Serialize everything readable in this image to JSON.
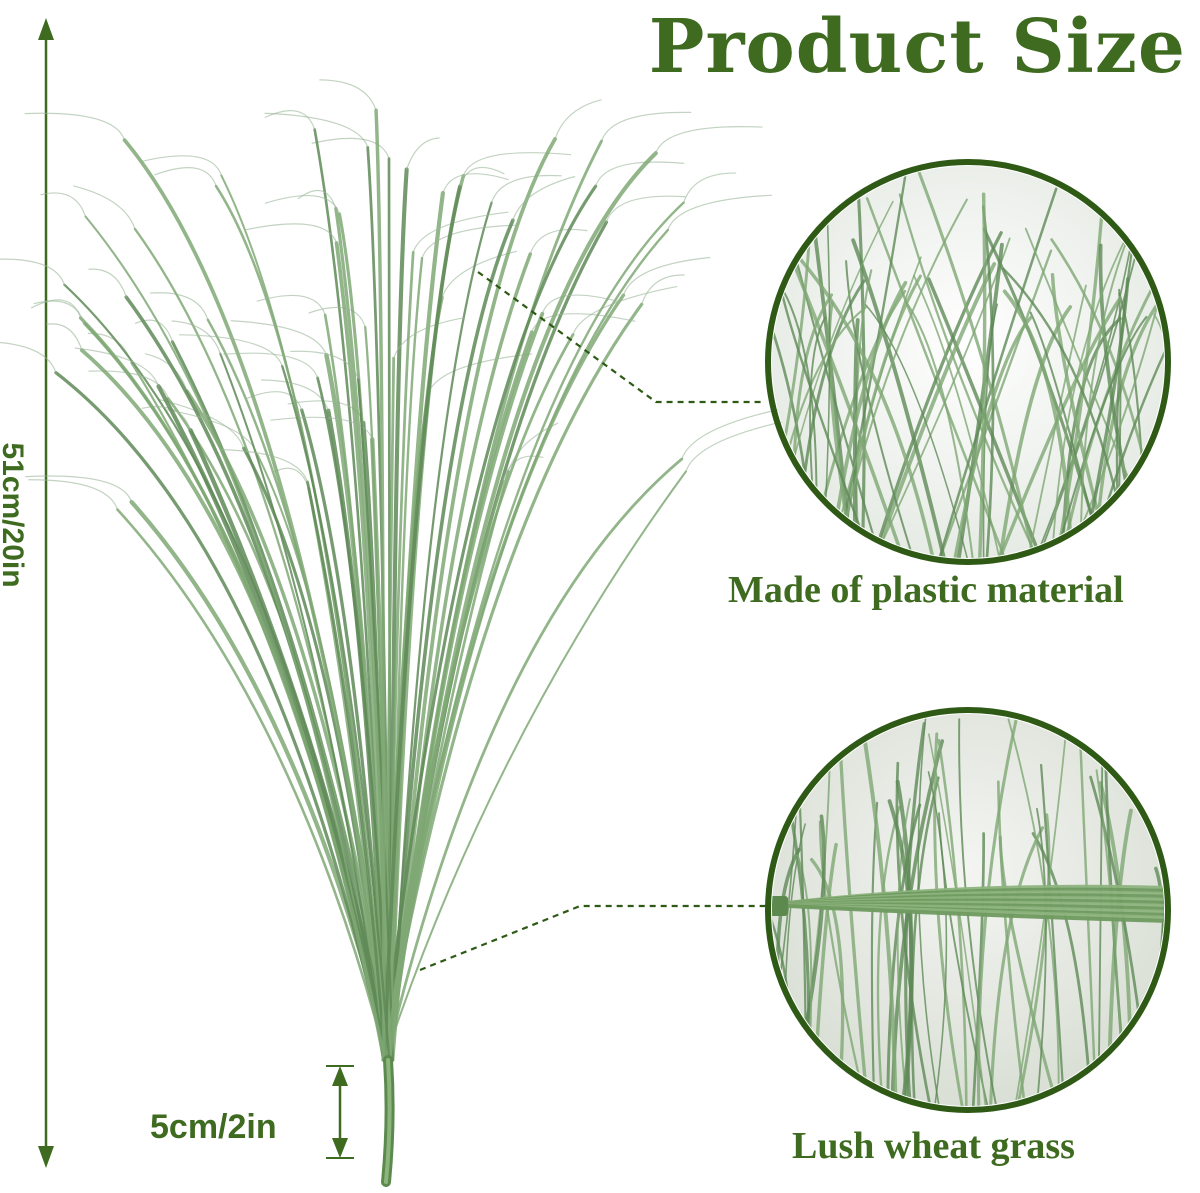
{
  "title": "Product Size",
  "height_label": "51cm/20in",
  "stem_label": "5cm/2in",
  "detail_captions": {
    "top": "Made of plastic material",
    "bottom": "Lush wheat grass"
  },
  "colors": {
    "accent": "#3e6b1f",
    "grass": "#7fa874",
    "grass_dark": "#5f8a57",
    "background": "#ffffff"
  }
}
